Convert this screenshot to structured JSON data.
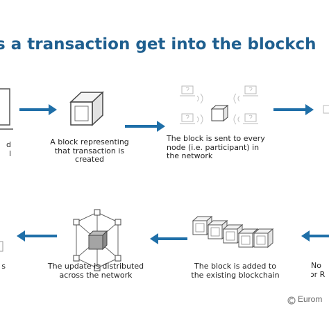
{
  "title": "s a transaction get into the blockch",
  "steps": {
    "top_left_fragment": [
      "d",
      "l"
    ],
    "block_created": [
      "A block representing",
      "that transaction is",
      "created"
    ],
    "block_sent": [
      "The block is sent to every",
      "node (i.e. participant) in",
      "the network"
    ],
    "bottom_left_fragment": [
      "s"
    ],
    "update_distributed": [
      "The update is distributed",
      "across the network"
    ],
    "block_added": [
      "The block is added to",
      "the existing blockchain"
    ],
    "bottom_right_fragment": [
      "No",
      "for R"
    ]
  },
  "credit": "© Eurom"
}
